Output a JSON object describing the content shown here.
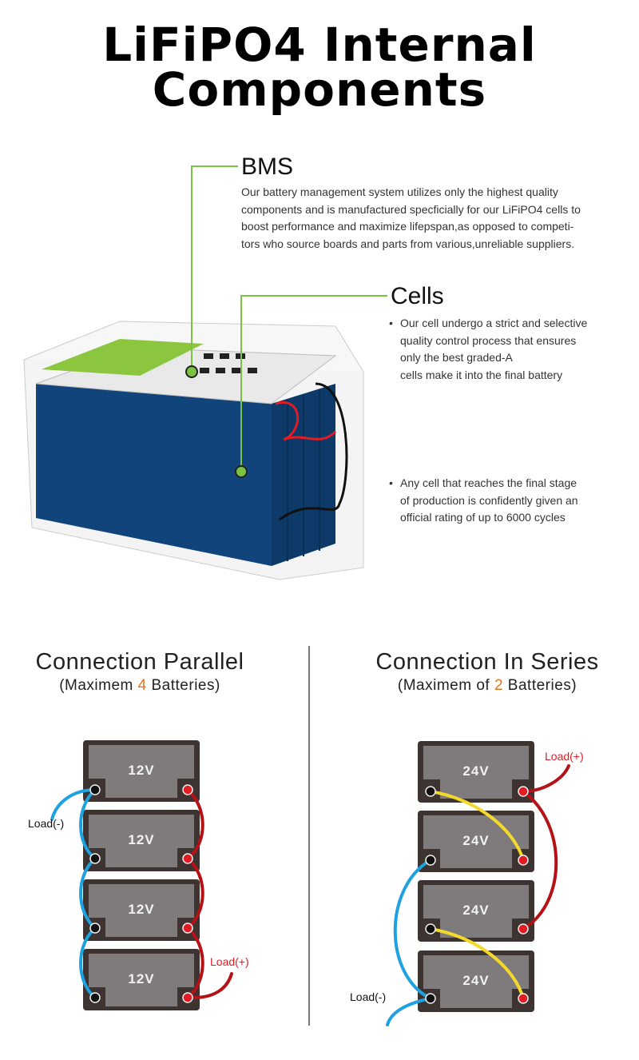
{
  "title": "LiFiPO4 Internal Components",
  "bms": {
    "heading": "BMS",
    "lines": [
      "Our battery management system utilizes only the highest quality",
      "components and is manufactured specficially for our LiFiPO4 cells to",
      "boost performance and maximize lifepspan,as opposed to competi-",
      "tors who source boards and parts from various,unreliable suppliers."
    ]
  },
  "cells": {
    "heading": "Cells",
    "bullets": [
      [
        "Our cell undergo a strict and selective",
        "quality control process that ensures",
        "only the best graded-A",
        "cells make it into the final battery"
      ],
      [
        "Any cell that reaches the final stage",
        "of production is confidently given an",
        "official rating of up to 6000 cycles"
      ]
    ]
  },
  "parallel": {
    "title": "Connection Parallel",
    "sub_pre": "(Maximem ",
    "sub_num": "4",
    "sub_post": " Batteries)",
    "batteries": [
      "12V",
      "12V",
      "12V",
      "12V"
    ],
    "load_neg": "Load(-)",
    "load_pos": "Load(+)"
  },
  "series": {
    "title": "Connection In Series",
    "sub_pre": "(Maximem of ",
    "sub_num": "2",
    "sub_post": " Batteries)",
    "batteries": [
      "24V",
      "24V",
      "24V",
      "24V"
    ],
    "load_neg": "Load(-)",
    "load_pos": "Load(+)"
  },
  "colors": {
    "accent_green": "#7cc242",
    "highlight": "#e8731a",
    "wire_pos": "#b51218",
    "wire_neg": "#1ea1e0",
    "wire_link": "#f3d92b",
    "cell_blue": "#11447a"
  }
}
